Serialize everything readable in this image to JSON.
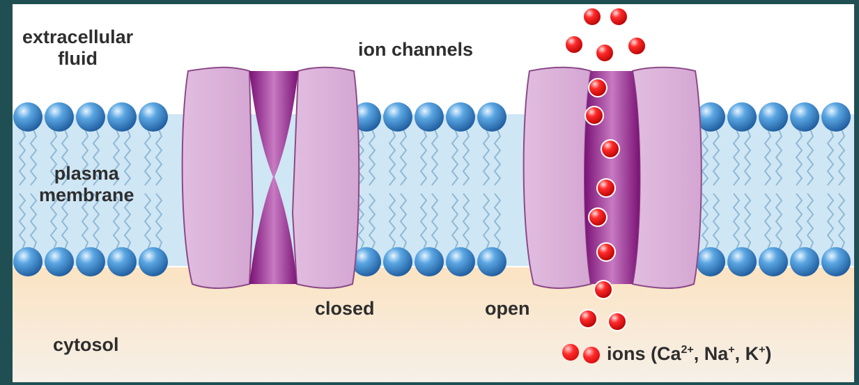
{
  "labels": {
    "extracellular": "extracellular\nfluid",
    "ion_channels": "ion channels",
    "plasma_membrane": "plasma\nmembrane",
    "cytosol": "cytosol",
    "closed": "closed",
    "open": "open"
  },
  "legend": {
    "prefix": "ions (Ca",
    "ca_charge": "2+",
    "na": ", Na",
    "na_charge": "+",
    "k": ", K",
    "k_charge": "+",
    "suffix": ")"
  },
  "colors": {
    "background": "#1f4f52",
    "membrane": "#cfe6f4",
    "cytosol": "#f8d7a8",
    "lipid_head": "#3f8fd4",
    "channel_protein": "#deb4da",
    "channel_pore": "#8b1f86",
    "ion": "#ff2a2a"
  }
}
